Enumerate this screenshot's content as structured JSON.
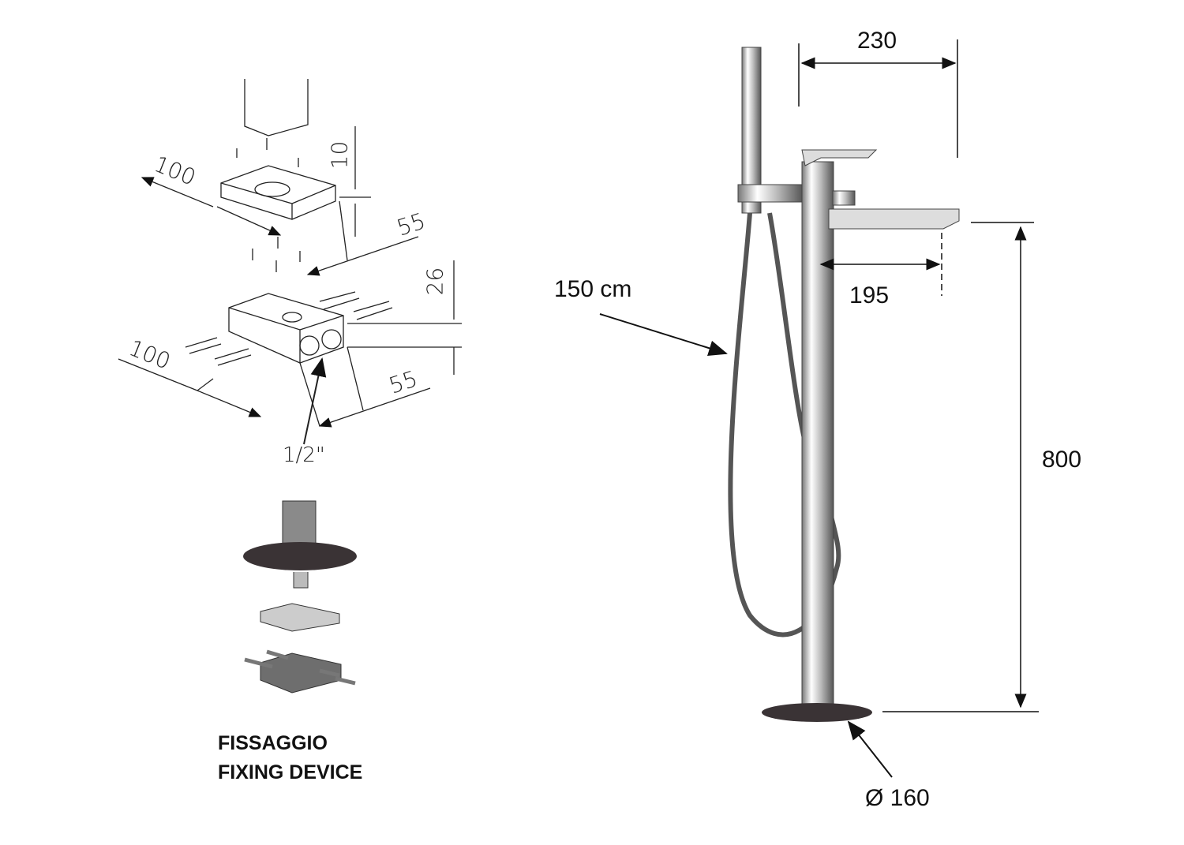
{
  "fixing_detail": {
    "dims": {
      "plate_length": "100",
      "plate_thickness": "10",
      "plate_width": "55",
      "block_height": "26",
      "block_length": "100",
      "block_width": "55",
      "connection": "1/2\""
    },
    "caption_it": "FISSAGGIO",
    "caption_en": "FIXING DEVICE"
  },
  "faucet": {
    "dims": {
      "projection_total": "230",
      "spout_reach": "195",
      "hose_length": "150 cm",
      "spout_height": "800",
      "base_diameter": "Ø 160"
    }
  },
  "colors": {
    "line": "#111111",
    "chrome": "#c8c8c8",
    "base": "#3a3335"
  }
}
